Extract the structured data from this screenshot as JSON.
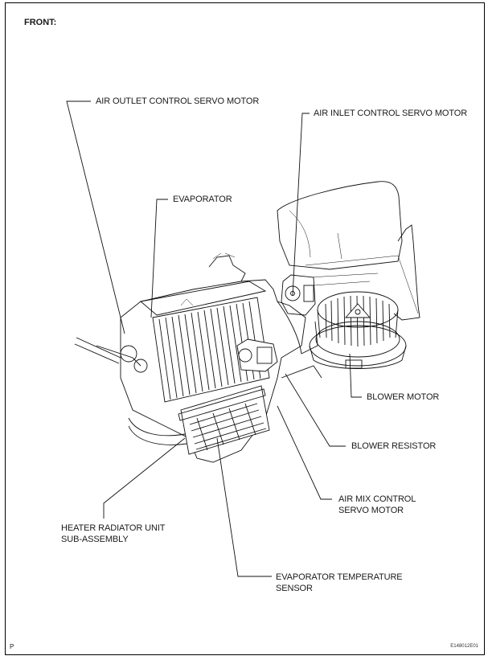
{
  "header": {
    "view_label": "FRONT:"
  },
  "footer": {
    "page_code": "P",
    "figure_id": "E148012E01"
  },
  "callouts": [
    {
      "id": "air-outlet-control-servo-motor",
      "lines": [
        "AIR OUTLET CONTROL SERVO MOTOR"
      ]
    },
    {
      "id": "air-inlet-control-servo-motor",
      "lines": [
        "AIR INLET CONTROL SERVO MOTOR"
      ]
    },
    {
      "id": "evaporator",
      "lines": [
        "EVAPORATOR"
      ]
    },
    {
      "id": "blower-motor",
      "lines": [
        "BLOWER MOTOR"
      ]
    },
    {
      "id": "blower-resistor",
      "lines": [
        "BLOWER RESISTOR"
      ]
    },
    {
      "id": "air-mix-control-servo-motor",
      "lines": [
        "AIR MIX CONTROL",
        "SERVO MOTOR"
      ]
    },
    {
      "id": "heater-radiator-unit-sub-assembly",
      "lines": [
        "HEATER RADIATOR UNIT",
        "SUB-ASSEMBLY"
      ]
    },
    {
      "id": "evaporator-temperature-sensor",
      "lines": [
        "EVAPORATOR TEMPERATURE",
        "SENSOR"
      ]
    }
  ]
}
